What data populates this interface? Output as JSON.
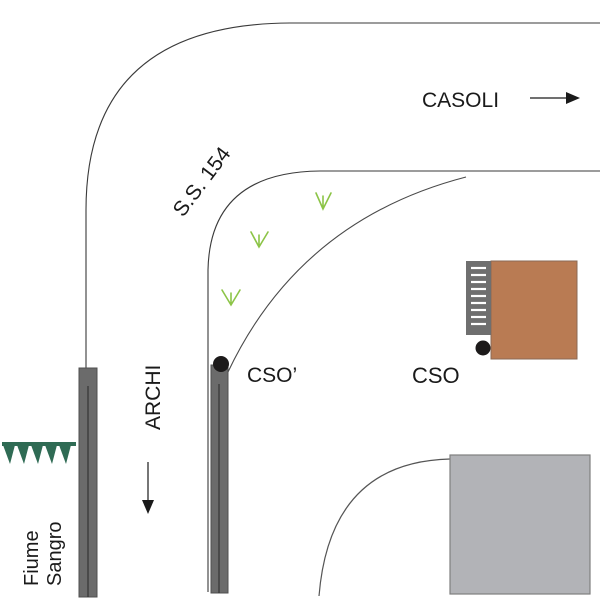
{
  "labels": {
    "casoli": "CASOLI",
    "road": "S.S. 154",
    "archi": "ARCHI",
    "cso_prime": "CSO’",
    "cso": "CSO",
    "river_line1": "Fiume",
    "river_line2": "Sangro"
  },
  "icons": {
    "casoli_arrow": "arrow-right",
    "archi_arrow": "arrow-down",
    "vegetation": "grass-tuft",
    "river_bank": "embankment-teeth"
  },
  "colors": {
    "road_line": "#3a3a3a",
    "wall": "#6b6b6b",
    "wall_stroke": "#4f4f4f",
    "building": "#b97b53",
    "building_stroke": "#8a6a55",
    "stairs": "#6f6f6f",
    "parking": "#b2b3b7",
    "parking_stroke": "#7f7f7f",
    "marker": "#1c1a1a",
    "grass": "#8cc447",
    "bank_teeth": "#2f6b54"
  }
}
